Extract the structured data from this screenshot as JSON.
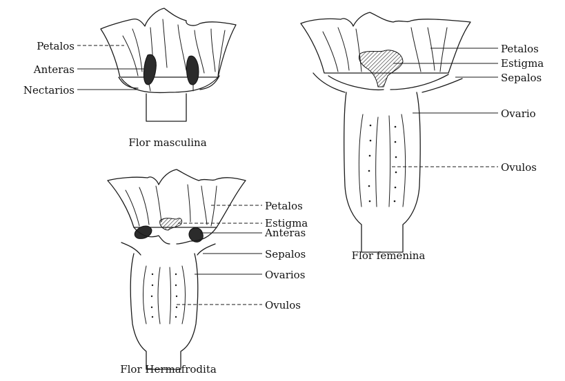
{
  "diagram": {
    "male": {
      "caption": "Flor masculina",
      "labels": {
        "petalos": "Petalos",
        "anteras": "Anteras",
        "nectarios": "Nectarios"
      }
    },
    "female": {
      "caption": "Flor femenina",
      "labels": {
        "petalos": "Petalos",
        "estigma": "Estigma",
        "sepalos": "Sepalos",
        "ovario": "Ovario",
        "ovulos": "Ovulos"
      }
    },
    "hermaphrodite": {
      "caption": "Flor Hermafrodita",
      "labels": {
        "petalos": "Petalos",
        "estigma": "Estigma",
        "anteras": "Anteras",
        "sepalos": "Sepalos",
        "ovarios": "Ovarios",
        "ovulos": "Ovulos"
      }
    }
  }
}
